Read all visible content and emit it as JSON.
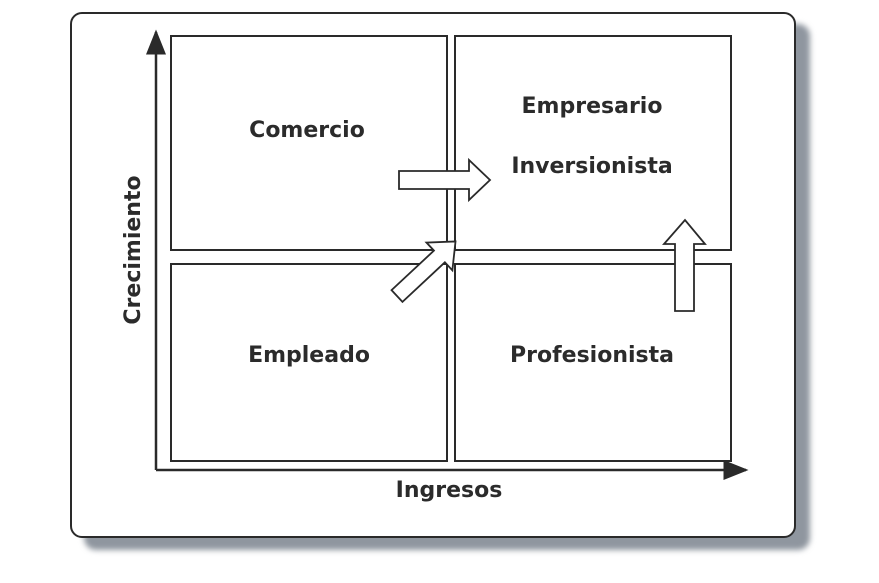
{
  "quadrants": {
    "top_left": {
      "label": "Comercio"
    },
    "top_right": {
      "label_1": "Empresario",
      "label_2": "Inversionista"
    },
    "bottom_left": {
      "label": "Empleado"
    },
    "bottom_right": {
      "label": "Profesionista"
    }
  },
  "axes": {
    "y_label": "Crecimiento",
    "x_label": "Ingresos"
  },
  "colors": {
    "stroke": "#2a2a2a",
    "text": "#2b2b2b",
    "shadow": "#8f969f"
  }
}
